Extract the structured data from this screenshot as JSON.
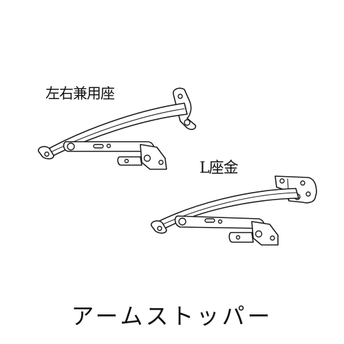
{
  "diagram": {
    "caption": "アームストッパー",
    "items": [
      {
        "label": "左右兼用座"
      },
      {
        "label": "L座金"
      }
    ]
  }
}
